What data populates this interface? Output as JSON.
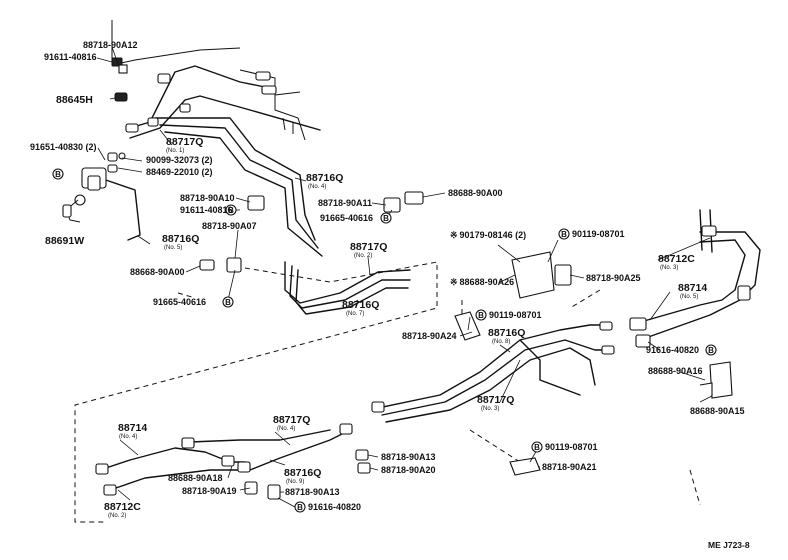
{
  "labels": {
    "p88718_90A12": "88718-90A12",
    "p91611_40816_top": "91611-40816",
    "p88645H": "88645H",
    "p91651_40830": "91651-40830 (2)",
    "p90099_32073": "90099-32073 (2)",
    "p88469_22010": "88469-22010 (2)",
    "p88691W": "88691W",
    "p88717Q_1": "88717Q",
    "p88717Q_1_sub": "(No. 1)",
    "p88716Q_4": "88716Q",
    "p88716Q_4_sub": "(No. 4)",
    "p88718_90A10": "88718-90A10",
    "p91611_40816_mid": "91611-40816",
    "p88718_90A07": "88718-90A07",
    "p88716Q_5": "88716Q",
    "p88716Q_5_sub": "(No. 5)",
    "p88668_90A00_left": "88668-90A00",
    "p91665_40616_left": "91665-40616",
    "p88718_90A11": "88718-90A11",
    "p91665_40616_mid": "91665-40616",
    "p88688_90A00": "88688-90A00",
    "p88717Q_2": "88717Q",
    "p88717Q_2_sub": "(No. 2)",
    "p88716Q_7": "88716Q",
    "p88716Q_7_sub": "(No. 7)",
    "p90179_08146": "90179-08146 (2)",
    "p90119_08701_top": "90119-08701",
    "p88688_90A26": "88688-90A26",
    "p88718_90A25": "88718-90A25",
    "p90119_08701_mid": "90119-08701",
    "p88718_90A24": "88718-90A24",
    "p88716Q_8": "88716Q",
    "p88716Q_8_sub": "(No. 8)",
    "p88712C_3": "88712C",
    "p88712C_3_sub": "(No. 3)",
    "p88714_5": "88714",
    "p88714_5_sub": "(No. 5)",
    "p91616_40820_right": "91616-40820",
    "p88688_90A16": "88688-90A16",
    "p88688_90A15": "88688-90A15",
    "p88717Q_3": "88717Q",
    "p88717Q_3_sub": "(No. 3)",
    "p88714_4": "88714",
    "p88714_4_sub": "(No. 4)",
    "p88717Q_4": "88717Q",
    "p88717Q_4_sub": "(No. 4)",
    "p88718_90A13_a": "88718-90A13",
    "p88718_90A20": "88718-90A20",
    "p88716Q_9": "88716Q",
    "p88716Q_9_sub": "(No. 9)",
    "p88688_90A18": "88688-90A18",
    "p88718_90A19": "88718-90A19",
    "p88718_90A13_b": "88718-90A13",
    "p91616_40820_bottom": "91616-40820",
    "p88712C_2": "88712C",
    "p88712C_2_sub": "(No. 2)",
    "p90119_08701_bottom": "90119-08701",
    "p88718_90A21": "88718-90A21",
    "drawing_ref": "ME  J723-8"
  },
  "symbols": {
    "circled_b": "B",
    "asterisk": "※"
  }
}
